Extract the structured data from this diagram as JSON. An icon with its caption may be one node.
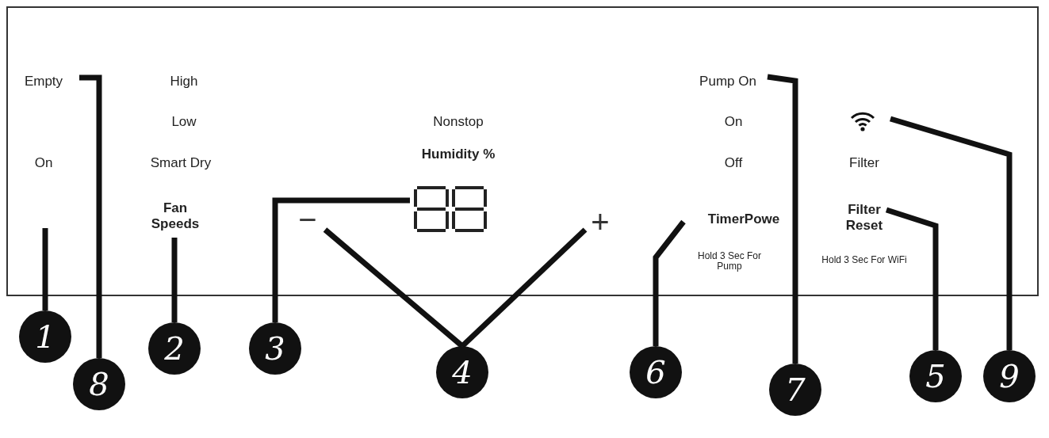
{
  "diagram": {
    "nodes": [
      {
        "text": [
          "Empty"
        ]
      },
      {
        "text": [
          "On"
        ]
      },
      {
        "text": [
          "Fan Speeds"
        ]
      },
      {
        "text": [],
        "shape": "display"
      },
      {
        "text": [
          "−"
        ]
      },
      {
        "text": [
          "+"
        ]
      },
      {
        "text": [
          "Pump On"
        ]
      },
      {
        "text": [
          "TimerPowe"
        ]
      },
      {
        "text": [],
        "shape": "icon"
      },
      {
        "text": [
          "Filter Reset"
        ]
      },
      {
        "text": [
          "1"
        ]
      },
      {
        "text": [
          "8"
        ]
      },
      {
        "text": [
          "2"
        ]
      },
      {
        "text": [
          "3"
        ]
      },
      {
        "text": [
          "4"
        ]
      },
      {
        "text": [
          "6"
        ]
      },
      {
        "text": [
          "7"
        ]
      },
      {
        "text": [
          "5"
        ]
      },
      {
        "text": [
          "9"
        ]
      }
    ],
    "edges": [
      {
        "from": 10,
        "to": 1,
        "arrow": "none"
      },
      {
        "from": 11,
        "to": 0,
        "arrow": "none"
      },
      {
        "from": 12,
        "to": 2,
        "arrow": "none"
      },
      {
        "from": 13,
        "to": 3,
        "arrow": "none"
      },
      {
        "from": 14,
        "to": 4,
        "arrow": "none"
      },
      {
        "from": 14,
        "to": 5,
        "arrow": "none"
      },
      {
        "from": 15,
        "to": 7,
        "arrow": "none"
      },
      {
        "from": 16,
        "to": 6,
        "arrow": "none"
      },
      {
        "from": 17,
        "to": 9,
        "arrow": "none"
      },
      {
        "from": 18,
        "to": 8,
        "arrow": "none"
      }
    ],
    "labels": [
      "High",
      "Low",
      "Nonstop",
      "Smart Dry",
      "Humidity %",
      "On",
      "Off",
      "Filter",
      "Hold 3 Sec For Pump",
      "Hold 3 Sec For WiFi"
    ]
  }
}
